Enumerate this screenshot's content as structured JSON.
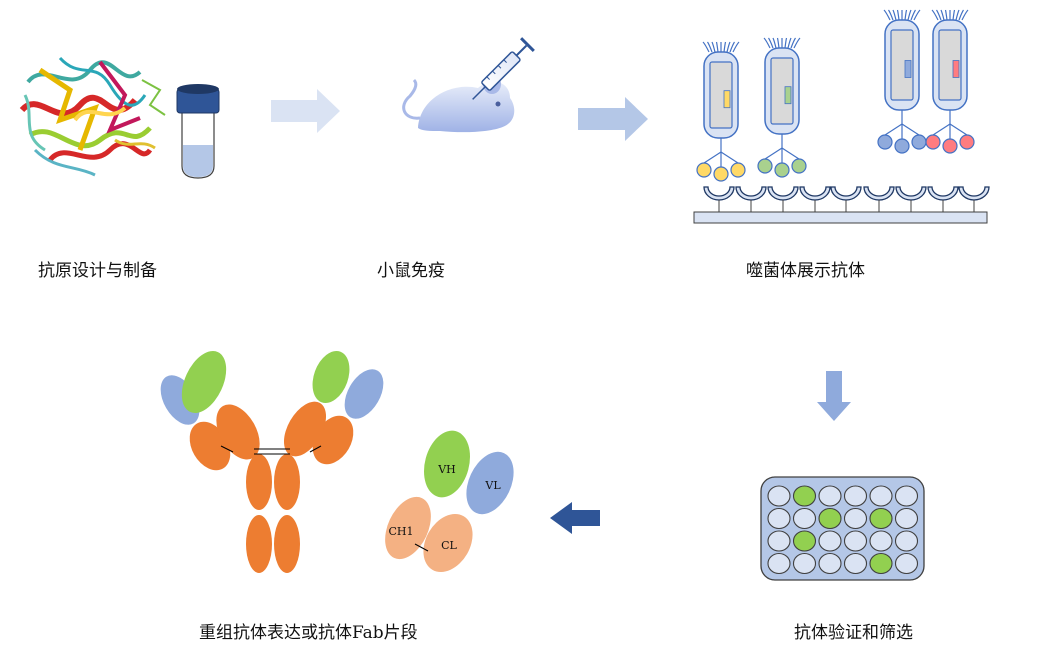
{
  "steps": {
    "antigen_design": "抗原设计与制备",
    "mouse_immunization": "小鼠免疫",
    "phage_display": "噬菌体展示抗体",
    "recombinant_expression": "重组抗体表达或抗体Fab片段",
    "validation_screening": "抗体验证和筛选"
  },
  "fab_domains": {
    "vh": "VH",
    "vl": "VL",
    "ch1": "CH1",
    "cl": "CL"
  },
  "colors": {
    "arrow_light": "#b4c7e7",
    "arrow_dark": "#2f5597",
    "orange": "#ed7d31",
    "light_orange": "#f4b183",
    "green": "#92d050",
    "blue": "#8faadc",
    "plate_fill": "#b4c7e7",
    "vial_cap": "#2f5597"
  },
  "plate": {
    "rows": 4,
    "cols": 6,
    "positive_wells": [
      [
        0,
        1
      ],
      [
        1,
        2
      ],
      [
        1,
        4
      ],
      [
        2,
        1
      ],
      [
        3,
        4
      ]
    ]
  }
}
